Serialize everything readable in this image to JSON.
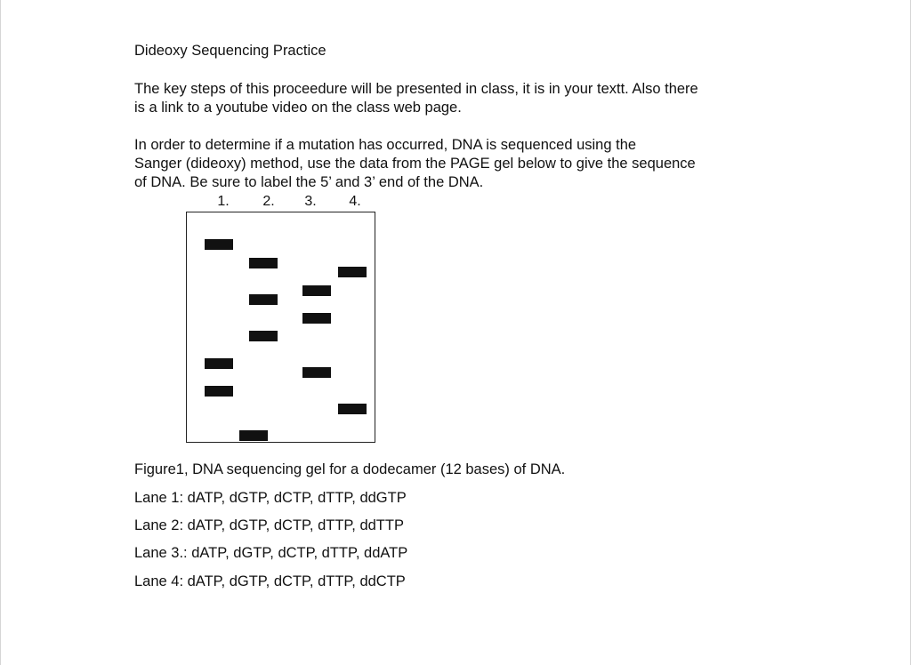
{
  "document": {
    "title": "Dideoxy Sequencing  Practice",
    "para1": {
      "line1": "The key steps of this proceedure will be presented in class, it is in your textt.  Also there",
      "line2": "is a link to a youtube video on the class web page."
    },
    "para2": {
      "line1": "In order to determine if a mutation has occurred, DNA is sequenced using the",
      "line2": "Sanger (dideoxy) method, use the data from the PAGE gel below to give the sequence",
      "line3": "of DNA. Be sure to label the 5’ and 3’ end of the DNA."
    }
  },
  "gel": {
    "lane_labels": [
      "1.",
      "2.",
      "3.",
      "4."
    ],
    "lanes": [
      {
        "lane": 1,
        "bands": 3
      },
      {
        "lane": 2,
        "bands": 4
      },
      {
        "lane": 3,
        "bands": 3
      },
      {
        "lane": 4,
        "bands": 2
      }
    ]
  },
  "figure": {
    "caption": "Figure1, DNA sequencing gel for a dodecamer (12 bases) of DNA.",
    "lane_descriptions": [
      "Lane 1: dATP, dGTP, dCTP, dTTP, ddGTP",
      "Lane 2: dATP, dGTP, dCTP, dTTP, ddTTP",
      "Lane 3.: dATP, dGTP, dCTP, dTTP, ddATP",
      "Lane 4: dATP, dGTP, dCTP, dTTP, ddCTP"
    ]
  }
}
